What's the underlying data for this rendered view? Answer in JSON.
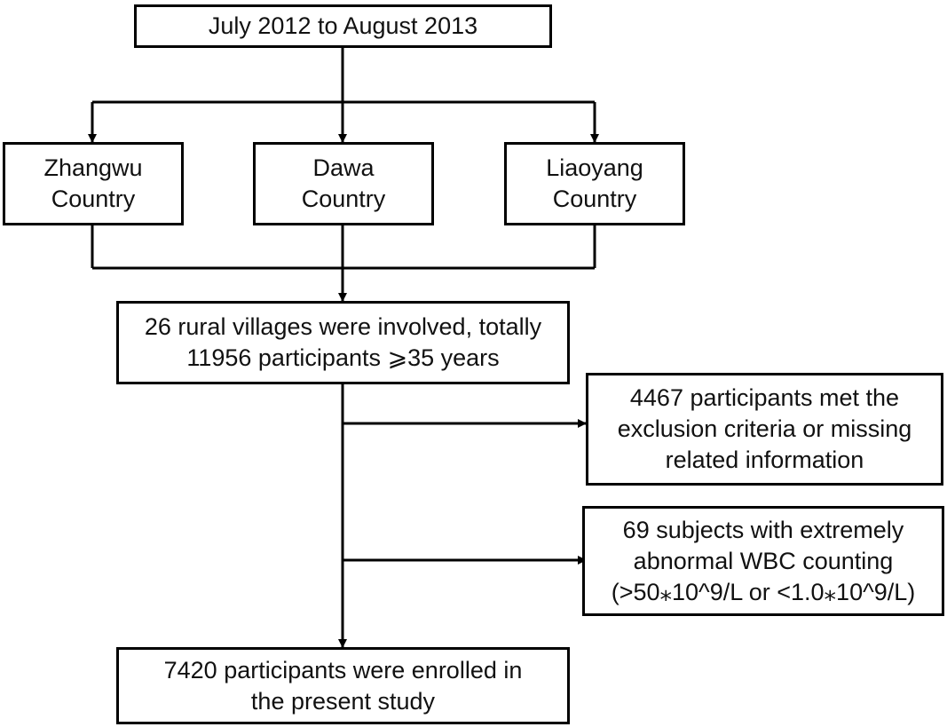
{
  "nodes": {
    "period": {
      "lines": [
        "July 2012 to August 2013"
      ]
    },
    "zhangwu": {
      "lines": [
        "Zhangwu",
        "Country"
      ]
    },
    "dawa": {
      "lines": [
        "Dawa",
        "Country"
      ]
    },
    "liaoyang": {
      "lines": [
        "Liaoyang",
        "Country"
      ]
    },
    "villages": {
      "lines": [
        "26 rural villages were involved, totally",
        "11956 participants ⩾35 years"
      ]
    },
    "excluded": {
      "lines": [
        "4467 participants met the",
        "exclusion criteria or missing",
        "related information"
      ]
    },
    "abnormal": {
      "lines": [
        "69 subjects with extremely",
        "abnormal WBC counting",
        "(>50⁎10^9/L or <1.0⁎10^9/L)"
      ]
    },
    "enrolled": {
      "lines": [
        "7420 participants were enrolled in",
        "the present study"
      ]
    }
  },
  "edges": [
    {
      "from": "period",
      "to": "zhangwu"
    },
    {
      "from": "period",
      "to": "dawa"
    },
    {
      "from": "period",
      "to": "liaoyang"
    },
    {
      "from": "zhangwu",
      "to": "villages"
    },
    {
      "from": "dawa",
      "to": "villages"
    },
    {
      "from": "liaoyang",
      "to": "villages"
    },
    {
      "from": "villages",
      "to": "excluded"
    },
    {
      "from": "villages",
      "to": "abnormal"
    },
    {
      "from": "villages",
      "to": "enrolled"
    }
  ]
}
